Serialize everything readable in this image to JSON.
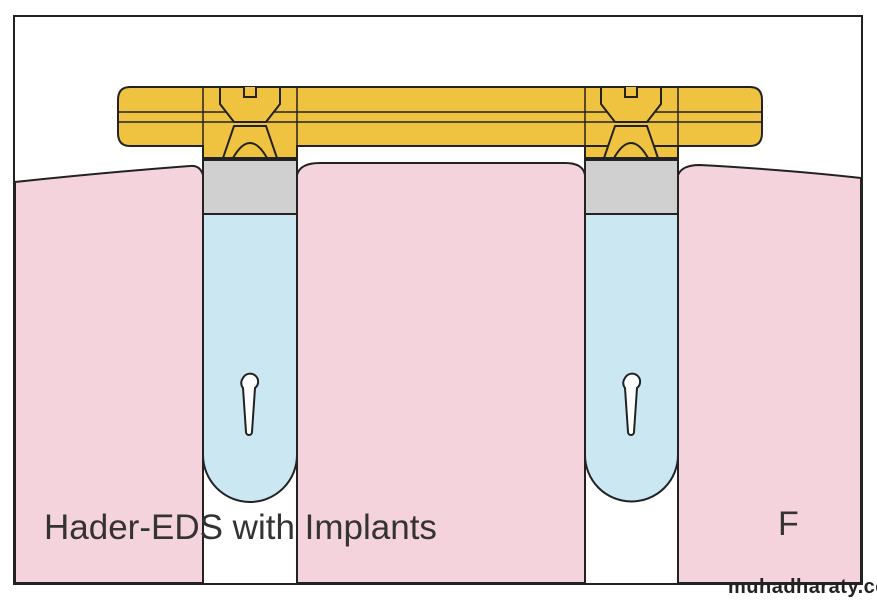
{
  "figure": {
    "caption": "Hader-EDS with Implants",
    "panel_letter": "F",
    "watermark": "muhadharaty.com",
    "colors": {
      "gum": "#f5d3dd",
      "bar": "#efc23f",
      "abutment": "#d0d0d0",
      "implant": "#cbe7f1",
      "outline": "#222222"
    }
  }
}
